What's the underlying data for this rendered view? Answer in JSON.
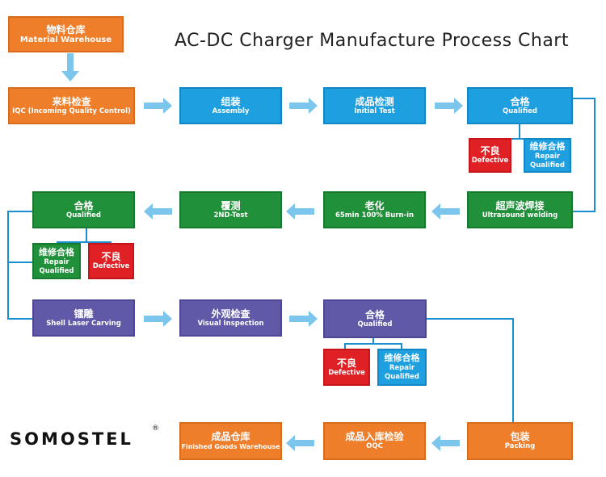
{
  "title": "AC-DC Charger Manufacture Process Chart",
  "logo": "SOMOSTEL",
  "logo_mark": "®",
  "colors": {
    "orange": "#ee7e2a",
    "blue": "#1e9fe0",
    "green": "#21903a",
    "purple": "#5f59a8",
    "red": "#df2024",
    "arrow": "#7cc5ec",
    "line": "#1a8fd0"
  },
  "steps": {
    "material_warehouse": {
      "zh": "物料仓库",
      "en": "Material Warehouse"
    },
    "iqc": {
      "zh": "来料检查",
      "en": "IQC (Incoming Quality Control)"
    },
    "assembly": {
      "zh": "组装",
      "en": "Assembly"
    },
    "initial_test": {
      "zh": "成品检测",
      "en": "Initial Test"
    },
    "qualified_1": {
      "zh": "合格",
      "en": "Qualified"
    },
    "defective_1": {
      "zh": "不良",
      "en": "Defective"
    },
    "repair_1": {
      "zh": "维修合格",
      "en1": "Repair",
      "en2": "Qualified"
    },
    "ultrasound": {
      "zh": "超声波焊接",
      "en": "Ultrasound welding"
    },
    "burn_in": {
      "zh": "老化",
      "en": "65min 100% Burn-in"
    },
    "nd_test": {
      "zh": "覆测",
      "en": "2ND-Test"
    },
    "qualified_2": {
      "zh": "合格",
      "en": "Qualified"
    },
    "repair_2": {
      "zh": "维修合格",
      "en1": "Repair",
      "en2": "Qualified"
    },
    "defective_2": {
      "zh": "不良",
      "en": "Defective"
    },
    "laser": {
      "zh": "镭雕",
      "en": "Shell Laser Carving"
    },
    "visual": {
      "zh": "外观检查",
      "en": "Visual Inspection"
    },
    "qualified_3": {
      "zh": "合格",
      "en": "Qualified"
    },
    "defective_3": {
      "zh": "不良",
      "en": "Defective"
    },
    "repair_3": {
      "zh": "维修合格",
      "en1": "Repair",
      "en2": "Qualified"
    },
    "packing": {
      "zh": "包装",
      "en": "Packing"
    },
    "oqc": {
      "zh": "成品入库检验",
      "en": "OQC"
    },
    "finished": {
      "zh": "成品仓库",
      "en": "Finished Goods Warehouse"
    }
  }
}
